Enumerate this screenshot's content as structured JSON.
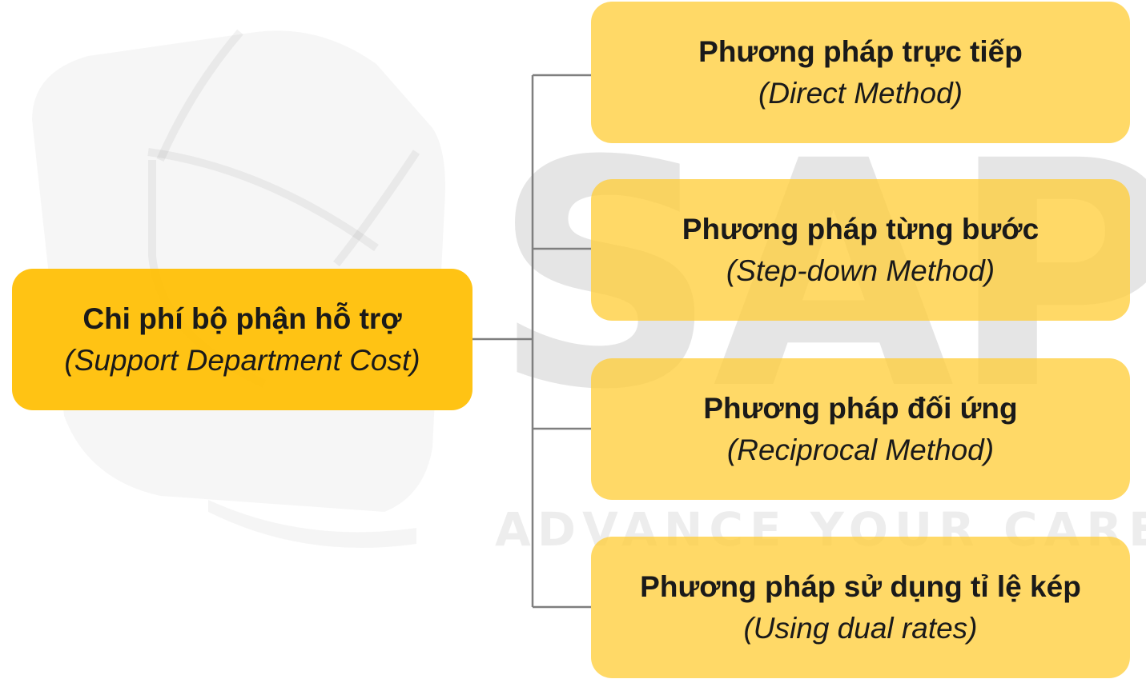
{
  "watermark": {
    "brand": "SAPP",
    "tagline": "ADVANCE YOUR CAREER"
  },
  "root": {
    "title": "Chi phí bộ phận hỗ trợ",
    "subtitle": "(Support Department Cost)"
  },
  "methods": [
    {
      "title": "Phương pháp trực tiếp",
      "subtitle": "(Direct Method)"
    },
    {
      "title": "Phương pháp từng bước",
      "subtitle": "(Step-down Method)"
    },
    {
      "title": "Phương pháp đối ứng",
      "subtitle": "(Reciprocal Method)"
    },
    {
      "title": "Phương pháp sử dụng tỉ lệ kép",
      "subtitle": "(Using dual rates)"
    }
  ],
  "colors": {
    "root_fill": "#FFBE00",
    "method_fill": "#FFD450",
    "connector": "#7F7F7F",
    "text": "#1A1A1A"
  }
}
